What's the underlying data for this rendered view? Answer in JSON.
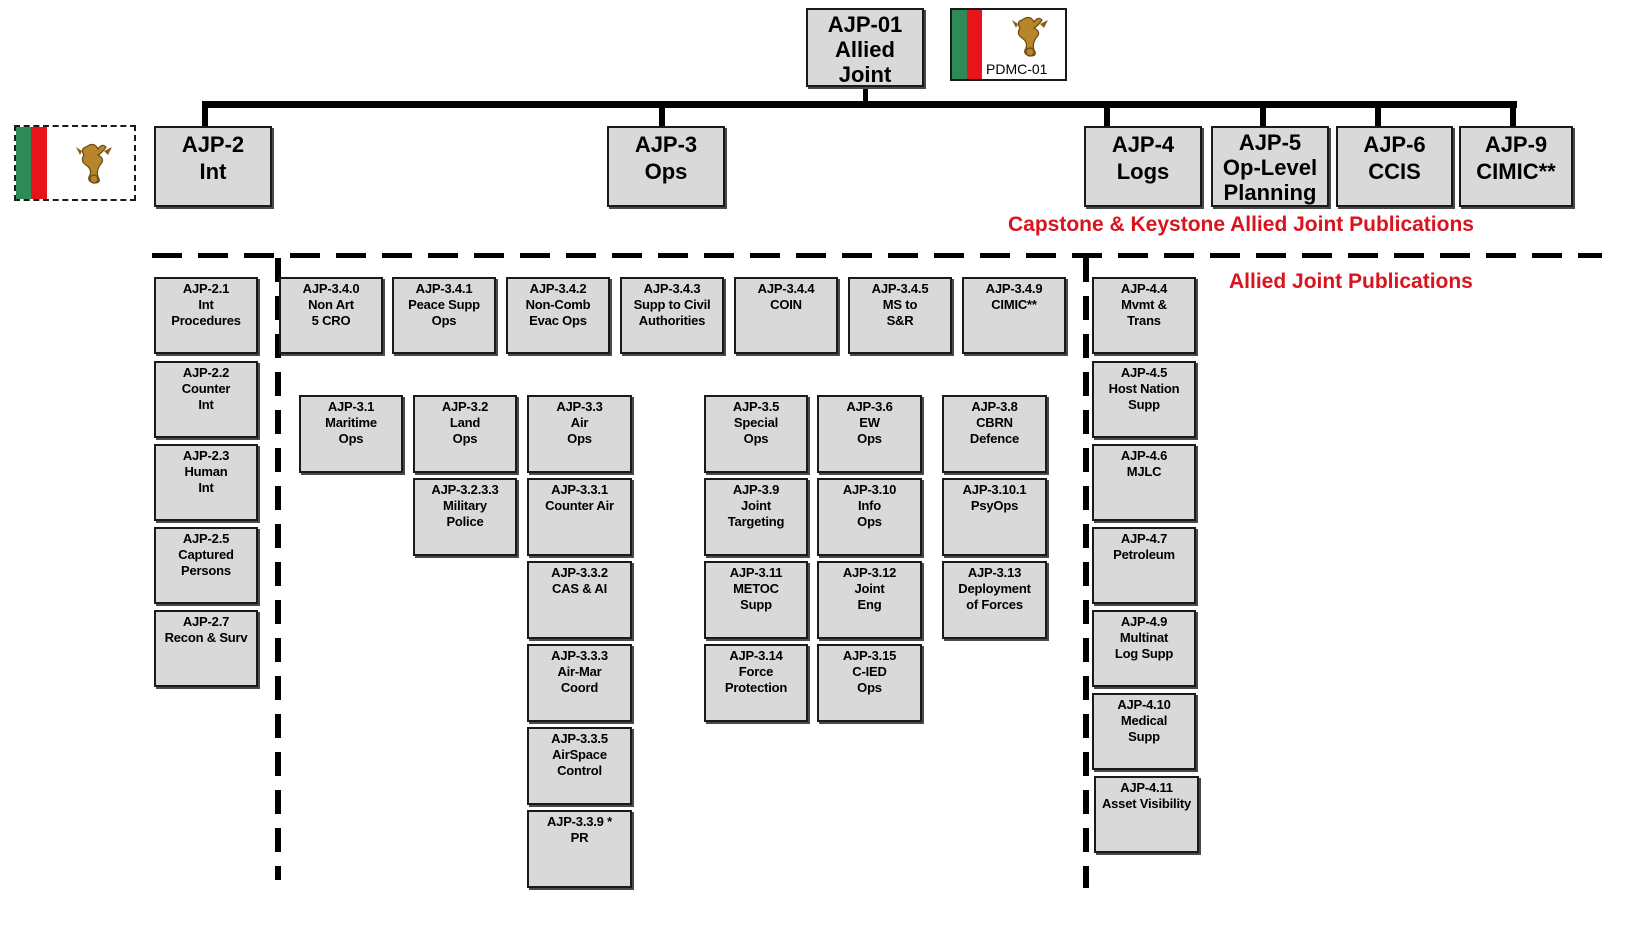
{
  "root": {
    "lines": [
      "AJP-01",
      "Allied",
      "Joint"
    ]
  },
  "pdmc": {
    "label": "PDMC-01",
    "stripe_green": "#2e8b57",
    "stripe_red": "#e8141c",
    "icon": "dragon-emblem-icon"
  },
  "left_emblem": {
    "stripe_green": "#2e8b57",
    "stripe_red": "#e8141c",
    "icon": "dragon-emblem-icon"
  },
  "top_level": [
    {
      "lines": [
        "AJP-2",
        "Int"
      ]
    },
    {
      "lines": [
        "AJP-3",
        "Ops"
      ]
    },
    {
      "lines": [
        "AJP-4",
        "Logs"
      ]
    },
    {
      "lines": [
        "AJP-5",
        "Op-Level",
        "Planning"
      ]
    },
    {
      "lines": [
        "AJP-6",
        "CCIS"
      ]
    },
    {
      "lines": [
        "AJP-9",
        "CIMIC**"
      ]
    }
  ],
  "captions": {
    "capstone": "Capstone & Keystone Allied Joint Publications",
    "allied": "Allied Joint Publications"
  },
  "colors": {
    "caption_red": "#d9141e",
    "box_fill": "#d9d9d9"
  },
  "int_column": [
    {
      "lines": [
        "AJP-2.1",
        "Int",
        "Procedures"
      ]
    },
    {
      "lines": [
        "AJP-2.2",
        "Counter",
        "Int"
      ]
    },
    {
      "lines": [
        "AJP-2.3",
        "Human",
        "Int"
      ]
    },
    {
      "lines": [
        "AJP-2.5",
        "Captured",
        "Persons"
      ]
    },
    {
      "lines": [
        "AJP-2.7",
        "Recon & Surv"
      ]
    }
  ],
  "ops_row1": [
    {
      "lines": [
        "AJP-3.4.0",
        "Non Art",
        "5 CRO"
      ]
    },
    {
      "lines": [
        "AJP-3.4.1",
        "Peace Supp",
        "Ops"
      ]
    },
    {
      "lines": [
        "AJP-3.4.2",
        "Non-Comb",
        "Evac Ops"
      ]
    },
    {
      "lines": [
        "AJP-3.4.3",
        "Supp to Civil",
        "Authorities"
      ]
    },
    {
      "lines": [
        "AJP-3.4.4",
        "COIN"
      ]
    },
    {
      "lines": [
        "AJP-3.4.5",
        "MS to",
        "S&R"
      ]
    },
    {
      "lines": [
        "AJP-3.4.9",
        "CIMIC**"
      ]
    }
  ],
  "ops_grid": [
    {
      "lines": [
        "AJP-3.1",
        "Maritime",
        "Ops"
      ]
    },
    {
      "lines": [
        "AJP-3.2",
        "Land",
        "Ops"
      ]
    },
    {
      "lines": [
        "AJP-3.2.3.3",
        "Military",
        "Police"
      ]
    },
    {
      "lines": [
        "AJP-3.3",
        "Air",
        "Ops"
      ]
    },
    {
      "lines": [
        "AJP-3.3.1",
        "Counter Air"
      ]
    },
    {
      "lines": [
        "AJP-3.3.2",
        "CAS & AI"
      ]
    },
    {
      "lines": [
        "AJP-3.3.3",
        "Air-Mar",
        "Coord"
      ]
    },
    {
      "lines": [
        "AJP-3.3.5",
        "AirSpace",
        "Control"
      ]
    },
    {
      "lines": [
        "AJP-3.3.9 *",
        "PR"
      ]
    },
    {
      "lines": [
        "AJP-3.5",
        "Special",
        "Ops"
      ]
    },
    {
      "lines": [
        "AJP-3.9",
        "Joint",
        "Targeting"
      ]
    },
    {
      "lines": [
        "AJP-3.11",
        "METOC",
        "Supp"
      ]
    },
    {
      "lines": [
        "AJP-3.14",
        "Force",
        "Protection"
      ]
    },
    {
      "lines": [
        "AJP-3.6",
        "EW",
        "Ops"
      ]
    },
    {
      "lines": [
        "AJP-3.10",
        "Info",
        "Ops"
      ]
    },
    {
      "lines": [
        "AJP-3.12",
        "Joint",
        "Eng"
      ]
    },
    {
      "lines": [
        "AJP-3.15",
        "C-IED",
        "Ops"
      ]
    },
    {
      "lines": [
        "AJP-3.8",
        "CBRN",
        "Defence"
      ]
    },
    {
      "lines": [
        "AJP-3.10.1",
        "PsyOps"
      ]
    },
    {
      "lines": [
        "AJP-3.13",
        "Deployment",
        "of Forces"
      ]
    }
  ],
  "logs_column": [
    {
      "lines": [
        "AJP-4.4",
        "Mvmt &",
        "Trans"
      ]
    },
    {
      "lines": [
        "AJP-4.5",
        "Host Nation",
        "Supp"
      ]
    },
    {
      "lines": [
        "AJP-4.6",
        "MJLC"
      ]
    },
    {
      "lines": [
        "AJP-4.7",
        "Petroleum"
      ]
    },
    {
      "lines": [
        "AJP-4.9",
        "Multinat",
        "Log Supp"
      ]
    },
    {
      "lines": [
        "AJP-4.10",
        "Medical",
        "Supp"
      ]
    },
    {
      "lines": [
        "AJP-4.11",
        "Asset Visibility"
      ]
    }
  ]
}
